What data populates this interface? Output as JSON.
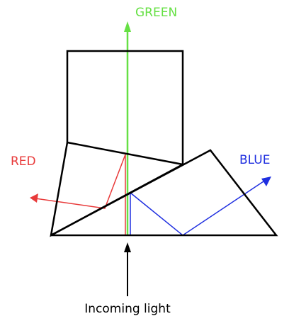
{
  "labels": {
    "green": "GREEN",
    "red": "RED",
    "blue": "BLUE",
    "incoming": "Incoming light"
  },
  "colors": {
    "green": "#66e044",
    "red": "#e83a3a",
    "blue": "#1f2fe0",
    "outline": "#000000",
    "background": "#ffffff"
  }
}
